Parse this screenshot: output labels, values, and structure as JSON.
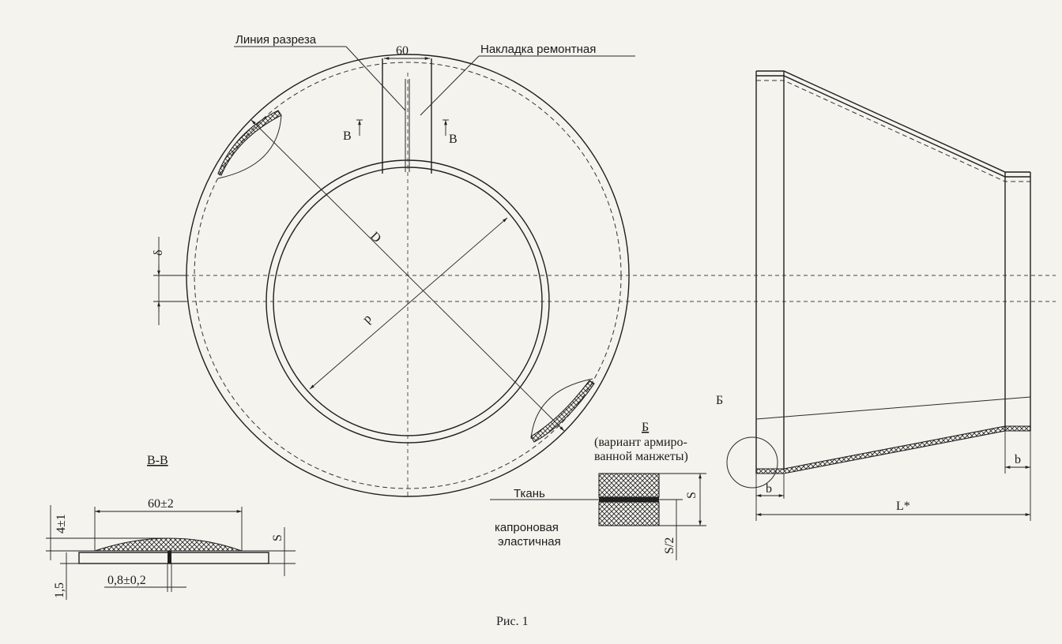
{
  "labels": {
    "section_line": "Линия разреза",
    "repair_patch": "Накладка ремонтная",
    "dim_60": "60",
    "cut_mark_left": "В",
    "cut_mark_right": "В",
    "dim_D": "D",
    "dim_d": "d",
    "dim_delta": "δ",
    "detail_b_callout": "Б",
    "section_bb_title": "В-В",
    "dim_60pm2": "60±2",
    "dim_4pm1": "4±1",
    "dim_S_section": "S",
    "dim_1_5": "1,5",
    "dim_0_8": "0,8±0,2",
    "detail_title": "Б",
    "detail_subtitle_1": "(вариант армиро-",
    "detail_subtitle_2": "ванной манжеты)",
    "fabric_1": "Ткань",
    "fabric_2": "капроновая",
    "fabric_3": "эластичная",
    "dim_S_detail": "S",
    "dim_S_half": "S/2",
    "dim_b_left": "b",
    "dim_b_right": "b",
    "dim_L": "L*",
    "caption": "Рис. 1"
  }
}
